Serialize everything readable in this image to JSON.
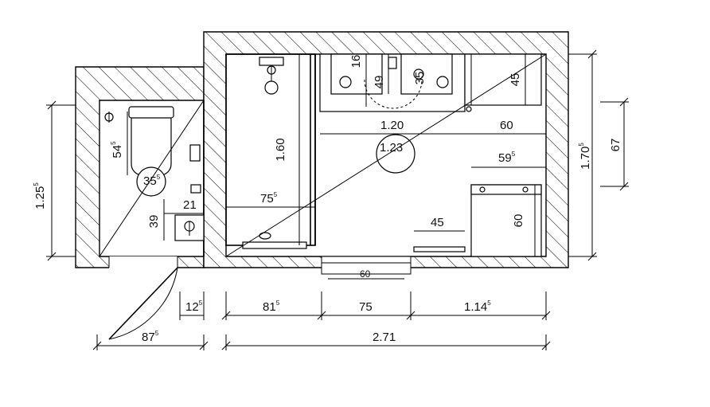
{
  "dimensions": {
    "wc_depth": {
      "main": "54",
      "sup": "5"
    },
    "wc_room_height": {
      "main": "1.25",
      "sup": "5"
    },
    "wc_circle": {
      "main": "35",
      "sup": "5"
    },
    "wc_basin_width": {
      "main": "21",
      "sup": ""
    },
    "wc_basin_depth": {
      "main": "39",
      "sup": ""
    },
    "shower_length": {
      "main": "1.60",
      "sup": ""
    },
    "shower_width": {
      "main": "75",
      "sup": "5"
    },
    "vanity_offset": {
      "main": "16",
      "sup": ""
    },
    "vanity_depth": {
      "main": "49",
      "sup": ""
    },
    "vanity_inner": {
      "main": "35",
      "sup": ""
    },
    "cabinet_depth": {
      "main": "45",
      "sup": ""
    },
    "vanity_width": {
      "main": "1.20",
      "sup": ""
    },
    "cabinet_width": {
      "main": "60",
      "sup": ""
    },
    "turn_circle": {
      "main": "1.23",
      "sup": ""
    },
    "washer_clearance": {
      "main": "59",
      "sup": "5"
    },
    "room_height": {
      "main": "1.70",
      "sup": "5"
    },
    "right_wall": {
      "main": "67",
      "sup": ""
    },
    "washer_depth": {
      "main": "60",
      "sup": ""
    },
    "bench_width": {
      "main": "45",
      "sup": ""
    },
    "window_width": {
      "main": "60",
      "sup": ""
    },
    "bottom_wall": {
      "main": "12",
      "sup": "5"
    },
    "bottom_1": {
      "main": "81",
      "sup": "5"
    },
    "bottom_2": {
      "main": "75",
      "sup": ""
    },
    "bottom_3": {
      "main": "1.14",
      "sup": "5"
    },
    "door_width": {
      "main": "87",
      "sup": "5"
    },
    "total_width": {
      "main": "2.71",
      "sup": ""
    }
  }
}
